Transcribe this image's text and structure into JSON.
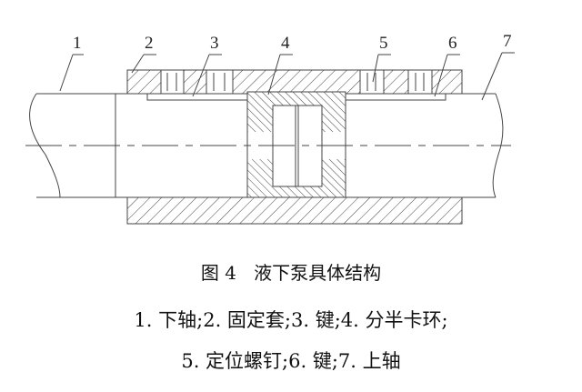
{
  "labels": [
    "1",
    "2",
    "3",
    "4",
    "5",
    "6",
    "7"
  ],
  "caption": {
    "title": "图 4   液下泵具体结构",
    "line1": "1. 下轴;2. 固定套;3. 键;4. 分半卡环;",
    "line2": "5. 定位螺钉;6. 键;7. 上轴"
  }
}
